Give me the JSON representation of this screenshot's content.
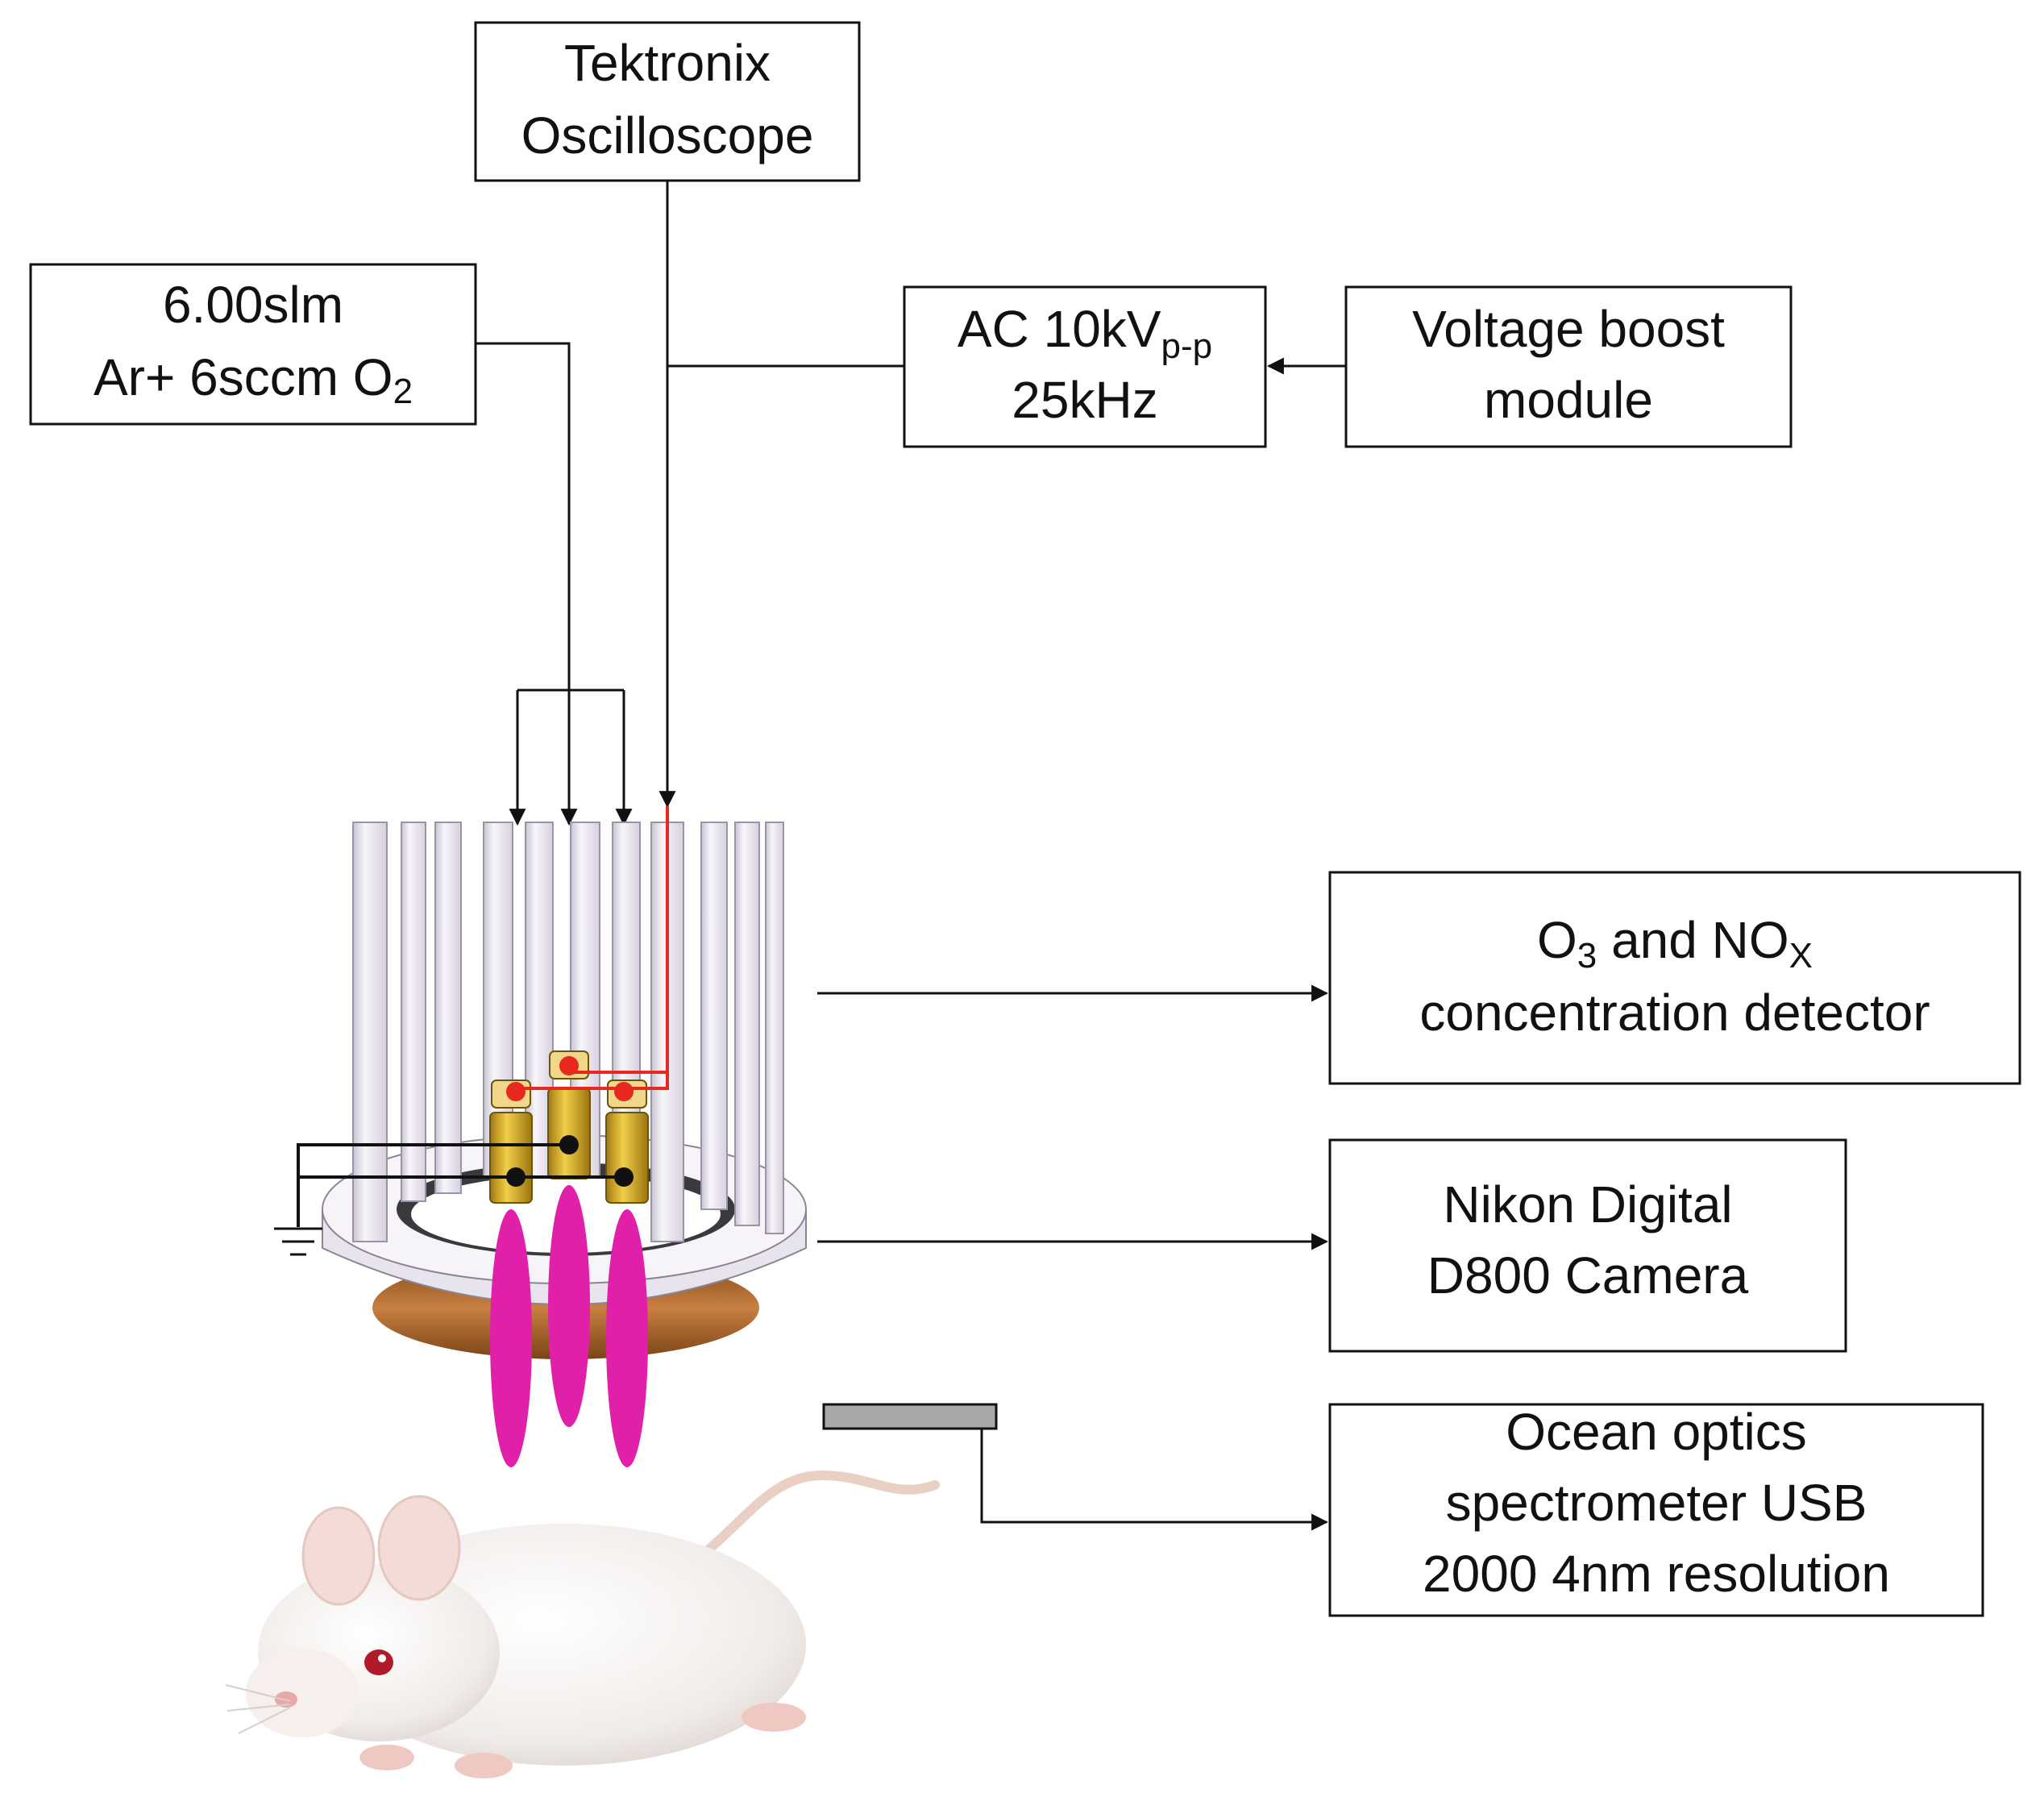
{
  "boxes": {
    "oscilloscope": {
      "line1": "Tektronix",
      "line2": "Oscilloscope"
    },
    "gas": {
      "line1": "6.00slm",
      "line2_a": "Ar+ ",
      "line2_b": "6sccm O",
      "line2_sub": "2"
    },
    "power": {
      "line1_a": "AC 10kV",
      "line1_sub": "p-p",
      "line2": "25kHz"
    },
    "boost": {
      "line1": "Voltage boost",
      "line2": "module"
    },
    "detector": {
      "line1_a": "O",
      "line1_sub1": "3",
      "line1_b": " and NO",
      "line1_sub2": "X",
      "line2": "concentration detector"
    },
    "camera": {
      "line1": "Nikon Digital",
      "line2": "D800 Camera"
    },
    "spectrometer": {
      "line1": "Ocean optics",
      "line2": "spectrometer USB",
      "line3": "2000 4nm resolution"
    }
  },
  "colors": {
    "line": "#111111",
    "hv_wire": "#e8281e",
    "plasma": "#e020a8",
    "electrode": "#d8a820",
    "ring": "#ece8f0",
    "copper": "#b0662a",
    "probe": "#a8a8a8"
  },
  "illustration": {
    "jet_device": "plasma-jet-array",
    "subject": "white-mouse"
  }
}
